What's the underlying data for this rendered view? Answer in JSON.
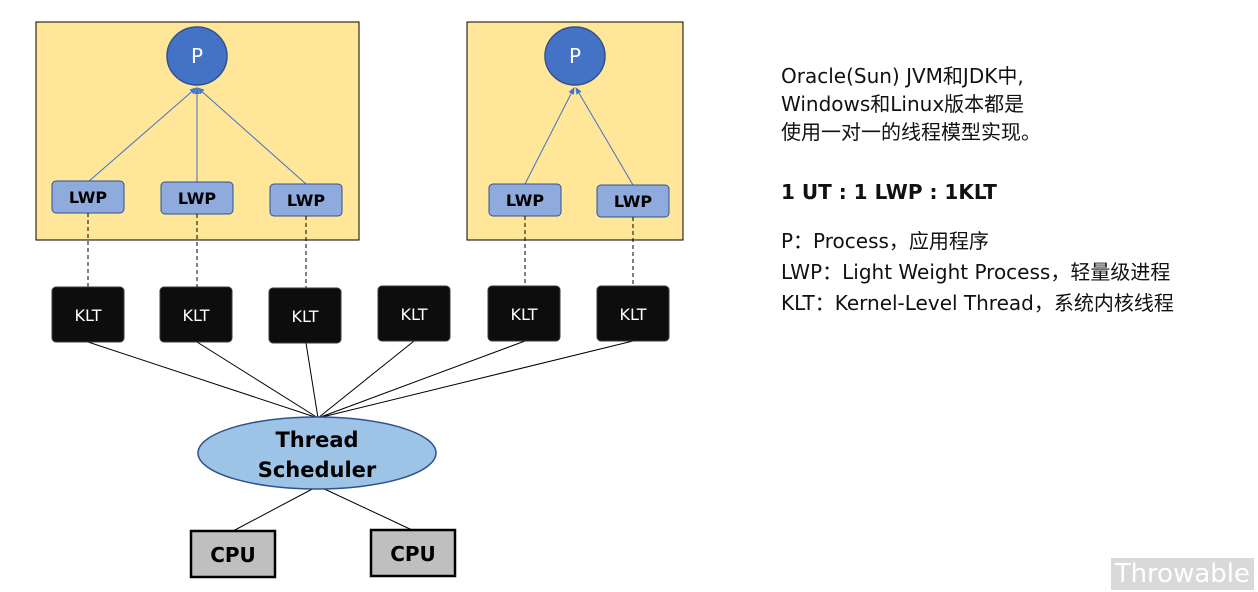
{
  "process_label": "P",
  "lwp_label": "LWP",
  "klt_label": "KLT",
  "scheduler_label": [
    "Thread",
    "Scheduler"
  ],
  "cpu_label": "CPU",
  "description_lines": [
    "Oracle(Sun) JVM和JDK中,",
    "Windows和Linux版本都是",
    "使用一对一的线程模型实现。"
  ],
  "ratio": "1 UT : 1 LWP : 1KLT",
  "legend": [
    "P：Process，应用程序",
    "LWP：Light Weight Process，轻量级进程",
    "KLT：Kernel-Level Thread，系统内核线程"
  ],
  "watermark": "Throwable",
  "colors": {
    "process_box": "#ffe699",
    "process_node": "#4472c4",
    "lwp_node": "#8faadc",
    "klt_node": "#0d0d0d",
    "scheduler": "#9dc3e6",
    "cpu": "#bfbfbf"
  }
}
